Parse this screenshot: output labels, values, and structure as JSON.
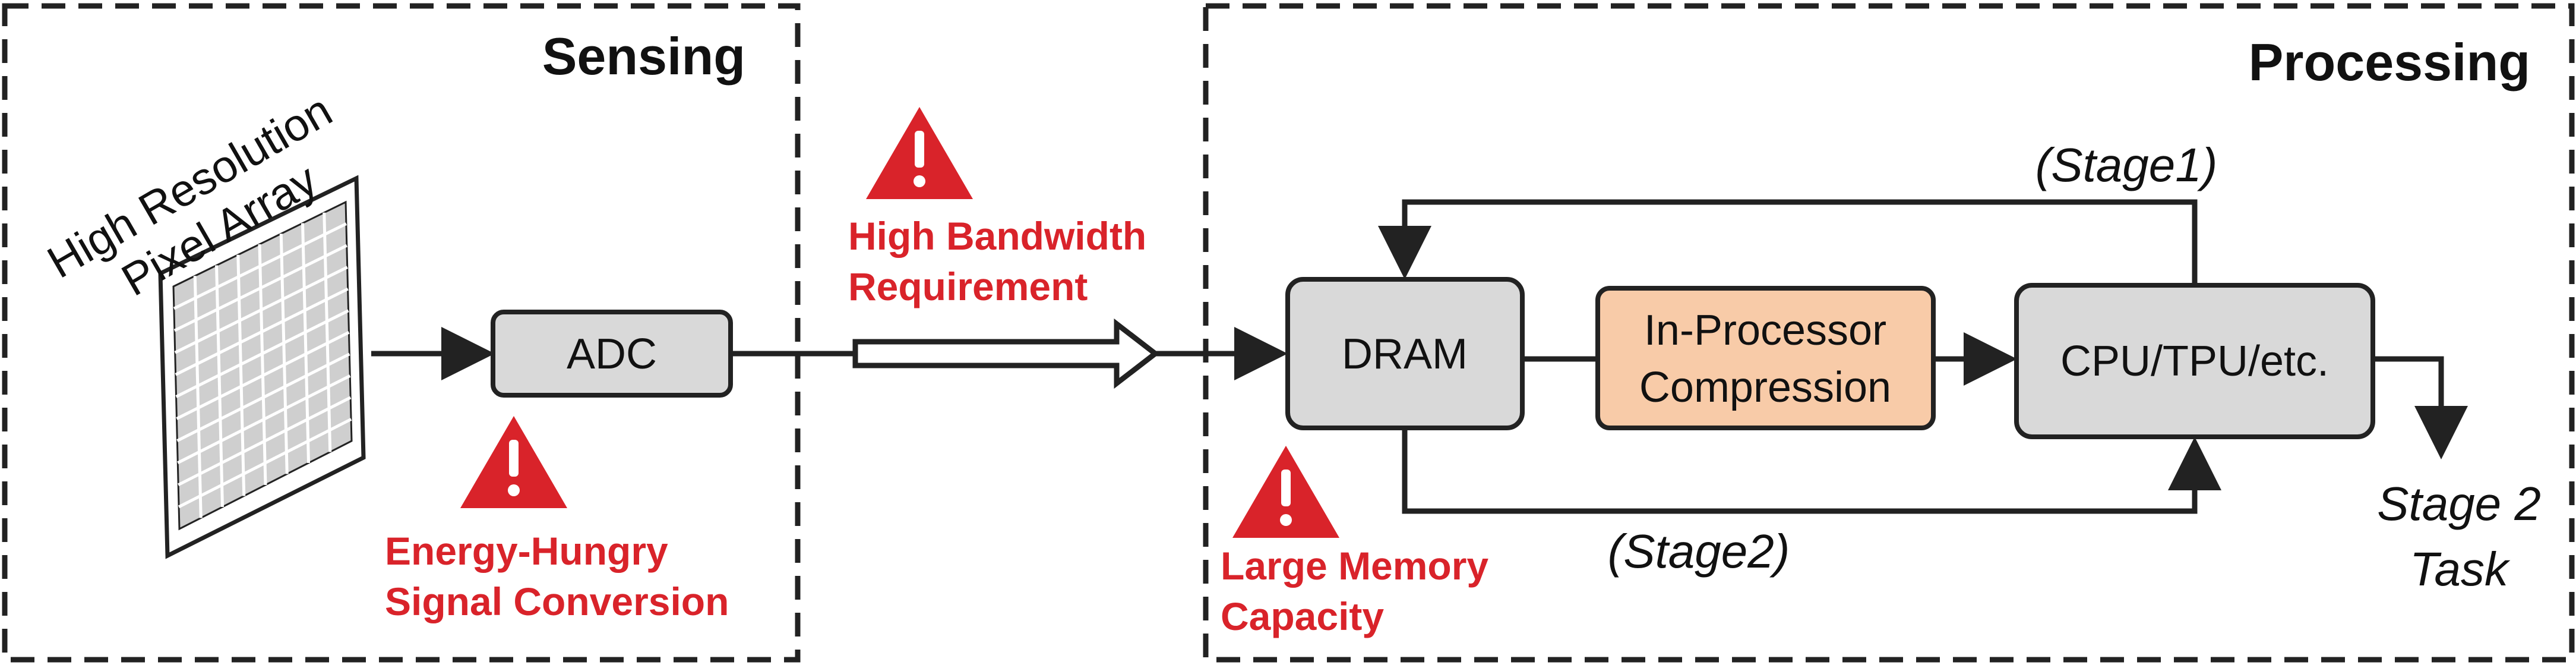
{
  "sensing": {
    "title": "Sensing",
    "pixel_array_line1": "High Resolution",
    "pixel_array_line2": "Pixel Array",
    "adc_label": "ADC",
    "warning_line1": "Energy-Hungry",
    "warning_line2": "Signal Conversion"
  },
  "link": {
    "warning_line1": "High Bandwidth",
    "warning_line2": "Requirement"
  },
  "processing": {
    "title": "Processing",
    "dram_label": "DRAM",
    "compression_line1": "In-Processor",
    "compression_line2": "Compression",
    "cpu_label": "CPU/TPU/etc.",
    "stage1_label": "(Stage1)",
    "stage2_label": "(Stage2)",
    "memory_warning_line1": "Large Memory",
    "memory_warning_line2": "Capacity",
    "task_line1": "Stage 2",
    "task_line2": "Task"
  },
  "colors": {
    "warning_red": "#d9232a",
    "box_gray": "#d9d9d9",
    "compression_peach": "#f8cba8",
    "outline": "#222222"
  }
}
